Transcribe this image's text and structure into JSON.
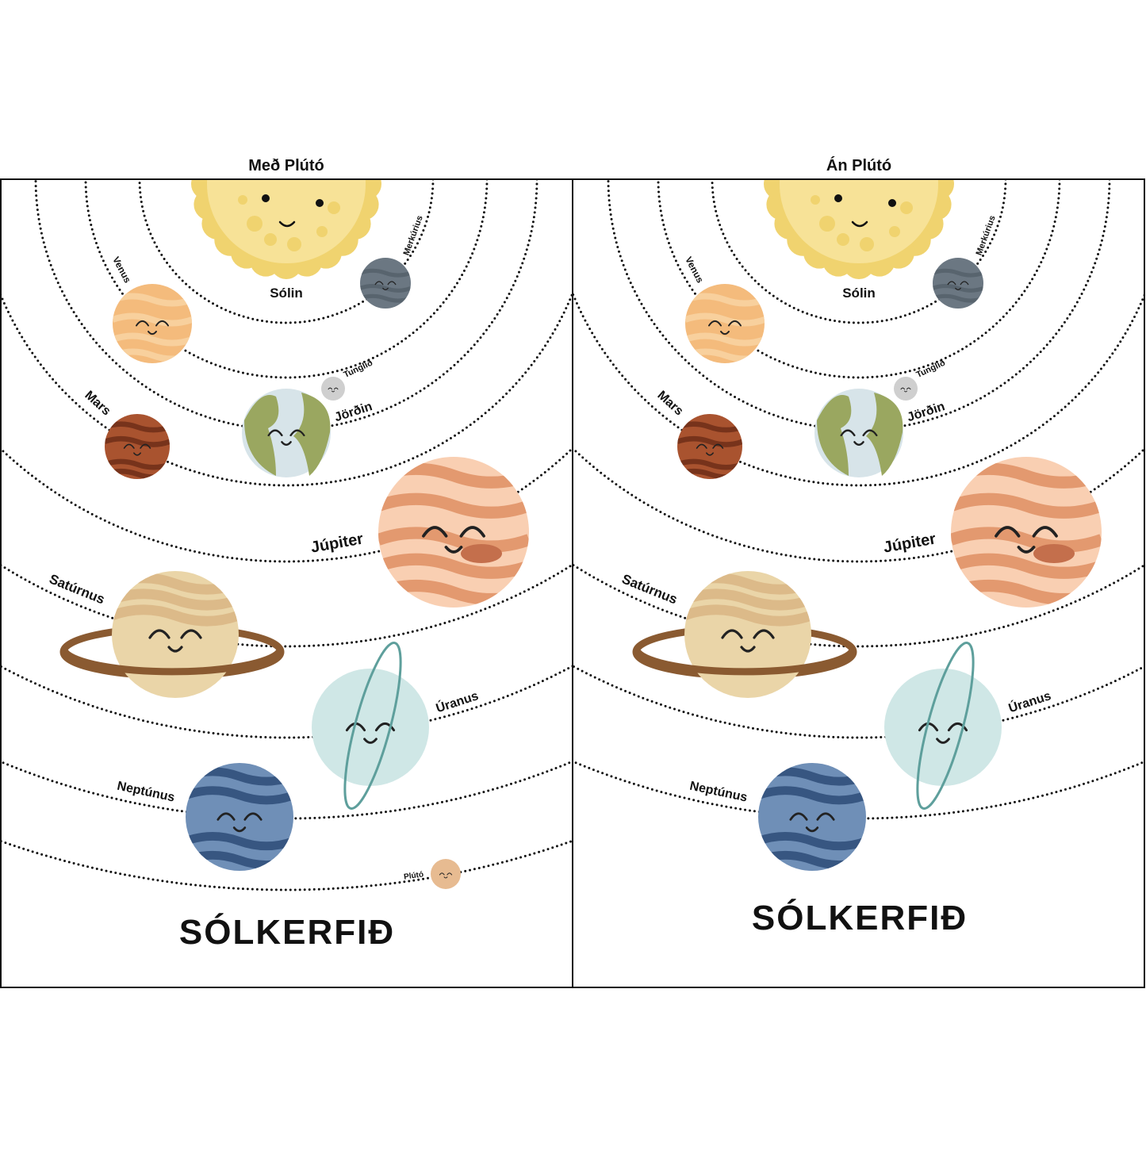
{
  "panels": [
    {
      "heading": "Með Plútó",
      "title": "SÓLKERFIÐ",
      "labels": {
        "sun": "Sólin",
        "mercury": "Merkúrius",
        "venus": "Venus",
        "moon": "Tunglið",
        "earth": "Jörðin",
        "mars": "Mars",
        "jupiter": "Júpiter",
        "saturn": "Satúrnus",
        "uranus": "Úranus",
        "neptune": "Neptúnus",
        "pluto": "Plútó"
      },
      "has_pluto": true
    },
    {
      "heading": "Án Plútó",
      "title": "SÓLKERFIÐ",
      "labels": {
        "sun": "Sólin",
        "mercury": "Merkúrius",
        "venus": "Venus",
        "moon": "Tunglið",
        "earth": "Jörðin",
        "mars": "Mars",
        "jupiter": "Júpiter",
        "saturn": "Satúrnus",
        "uranus": "Úranus",
        "neptune": "Neptúnus"
      },
      "has_pluto": false
    }
  ],
  "colors": {
    "sun": "#f7e297",
    "sun_rays": "#f0d36f",
    "mercury": "#6b7782",
    "venus": "#f4bb7c",
    "moon": "#cfcfcf",
    "earth_sea": "#d7e4e9",
    "earth_land": "#9aa760",
    "mars": "#a9532f",
    "jupiter": "#f9cfb2",
    "jupiter_band": "#df8f63",
    "saturn": "#ead5a8",
    "saturn_ring": "#8a5a31",
    "uranus": "#cfe7e6",
    "uranus_ring": "#5e9f9c",
    "neptune": "#6f8fb7",
    "neptune_band": "#2e4c78",
    "pluto": "#e7bb91"
  }
}
